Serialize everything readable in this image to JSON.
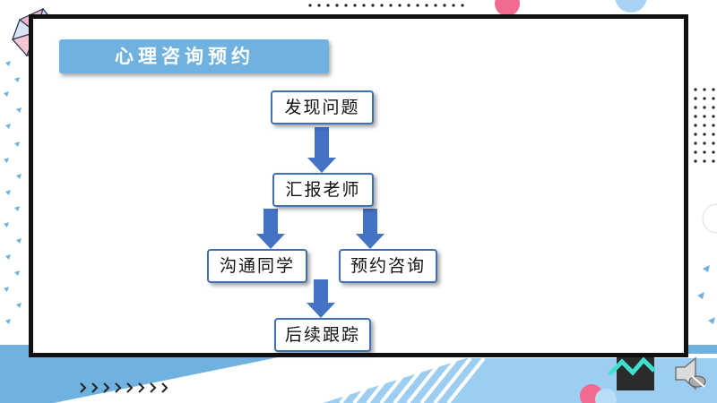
{
  "slide": {
    "title": "心理咨询预约"
  },
  "flowchart": {
    "nodes": {
      "discover": "发现问题",
      "report": "汇报老师",
      "communicate": "沟通同学",
      "appointment": "预约咨询",
      "follow_up": "后续跟踪"
    }
  },
  "colors": {
    "accent_blue": "#6fb1df",
    "node_border": "#3f6fb5",
    "arrow_fill": "#4472c4",
    "frame": "#111111"
  }
}
